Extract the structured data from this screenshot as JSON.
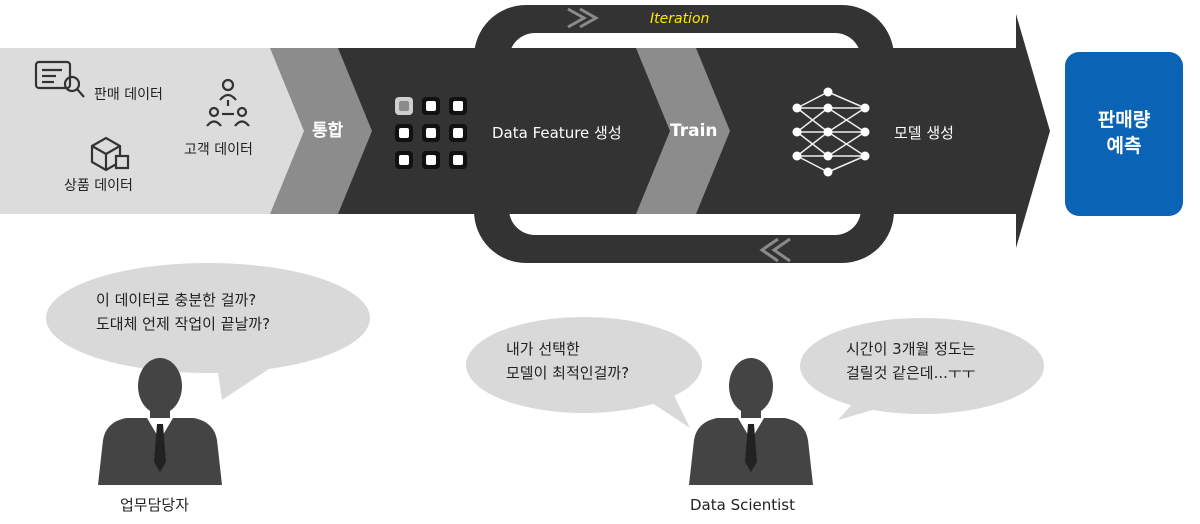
{
  "sources": {
    "sales": "판매 데이터",
    "customer": "고객 데이터",
    "product": "상품 데이터"
  },
  "pipeline": {
    "integrate": "통합",
    "feature": "Data Feature 생성",
    "train": "Train",
    "model": "모델 생성",
    "iteration": "Iteration"
  },
  "output": {
    "line1": "판매량",
    "line2": "예측"
  },
  "bubbles": {
    "manager": [
      "이 데이터로 충분한 걸까?",
      "도대체 언제 작업이 끝날까?"
    ],
    "scientist_left": [
      "내가 선택한",
      "모델이 최적인걸까?"
    ],
    "scientist_right": [
      "시간이 3개월 정도는",
      "걸릴것 같은데...ㅜㅜ"
    ]
  },
  "people": {
    "manager": "업무담당자",
    "scientist": "Data Scientist"
  },
  "colors": {
    "arrow_dark": "#333333",
    "arrow_light": "#dcdcdc",
    "band": "#8c8c8c",
    "output": "#0b63b6",
    "iteration_text": "#ffe800",
    "bubble": "#d9d9d9",
    "person": "#444444"
  }
}
